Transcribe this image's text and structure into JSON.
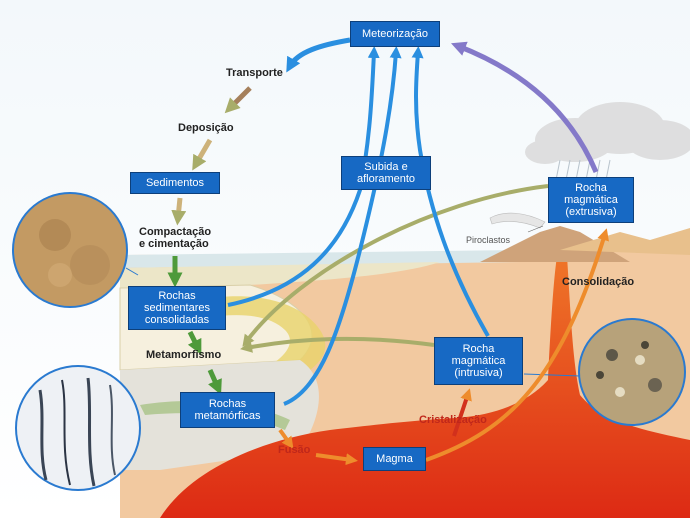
{
  "diagram": {
    "boxes": {
      "meteorizacao": "Meteorização",
      "subida": "Subida e\nafloramento",
      "sedimentos": "Sedimentos",
      "rochas_sedimentares": "Rochas\nsedimentares\nconsolidadas",
      "rochas_metamorficas": "Rochas\nmetamórficas",
      "rocha_intrusiva": "Rocha\nmagmática\n(intrusiva)",
      "rocha_extrusiva": "Rocha\nmagmática\n(extrusiva)",
      "magma": "Magma"
    },
    "labels": {
      "transporte": "Transporte",
      "deposicao": "Deposição",
      "compactacao": "Compactação\ne cimentação",
      "metamorfismo": "Metamorfismo",
      "fusao": "Fusão",
      "cristalizacao": "Cristalização",
      "consolidacao": "Consolidação",
      "piroclastos": "Piroclastos"
    },
    "colors": {
      "box": "#1769c4",
      "blue_arrow": "#2a8fe0",
      "purple_arrow": "#8479c9",
      "brown_arrow": "#a5805c",
      "tan_arrow": "#cdb27a",
      "green_arrow": "#4e9a3a",
      "orange_arrow": "#ee8c2c",
      "red_arrow": "#d2301c",
      "magma": "#e8401e",
      "crust": "#f2c9a0"
    }
  }
}
